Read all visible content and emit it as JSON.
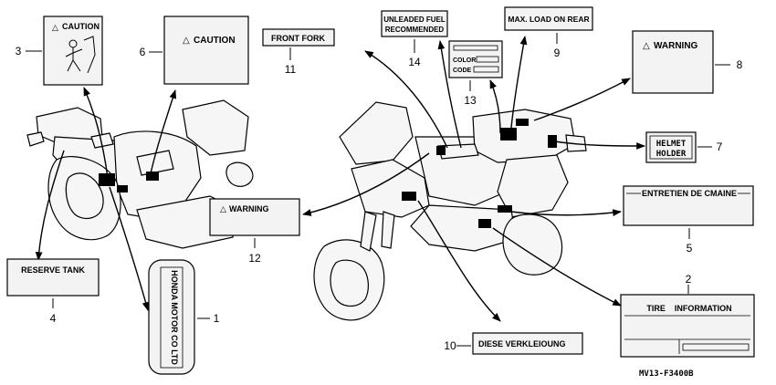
{
  "labels": {
    "l1": {
      "number": "1",
      "text": "HONDA MOTOR CO LTD"
    },
    "l3": {
      "number": "3",
      "text": "CAUTION"
    },
    "l4": {
      "number": "4",
      "text": "RESERVE TANK"
    },
    "l5": {
      "number": "5",
      "text": "ENTRETIEN DE CMAINE"
    },
    "l6": {
      "number": "6",
      "text": "CAUTION"
    },
    "l7": {
      "number": "7",
      "line1": "HELMET",
      "line2": "HOLDER"
    },
    "l8": {
      "number": "8",
      "text": "WARNING"
    },
    "l9": {
      "number": "9",
      "text": "MAX. LOAD ON REAR"
    },
    "l10": {
      "number": "10",
      "text": "DIESE VERKLEIOUNG"
    },
    "l11": {
      "number": "11",
      "text": "FRONT FORK"
    },
    "l12": {
      "number": "12",
      "text": "WARNING"
    },
    "l13": {
      "number": "13",
      "color_label": "COLOR",
      "code_label": "CODE"
    },
    "l14": {
      "number": "14",
      "line1": "UNLEADED FUEL",
      "line2": "RECOMMENDED"
    },
    "l2": {
      "number": "2",
      "text": "TIRE    INFORMATION"
    }
  },
  "diagram_code": "MV13-F3400B",
  "colors": {
    "ink": "#000000",
    "label_fill": "#f3f3f3",
    "body_fill": "#f6f6f6"
  }
}
